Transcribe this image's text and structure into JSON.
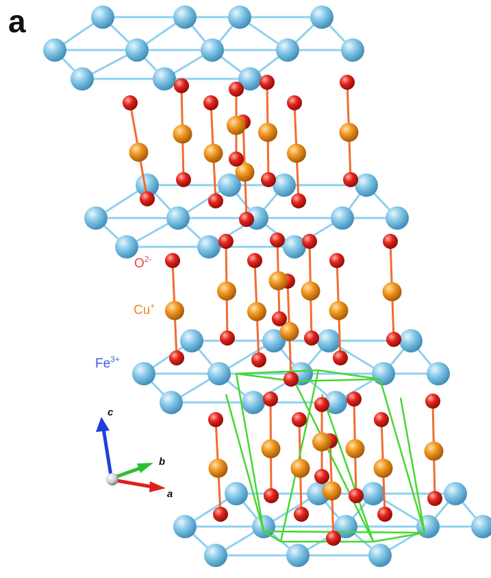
{
  "panel_label": "a",
  "legend": {
    "oxygen": {
      "symbol": "O",
      "charge": "2-",
      "color": "#e8464a"
    },
    "copper": {
      "symbol": "Cu",
      "charge": "+",
      "color": "#e8891f"
    },
    "iron": {
      "symbol": "Fe",
      "charge": "3+",
      "color": "#3a5bdc"
    }
  },
  "axes": {
    "a": "a",
    "b": "b",
    "c": "c"
  },
  "colors": {
    "fe_atom": "#7fc4e6",
    "fe_bond": "#8fd0f0",
    "cu_atom": "#f0961e",
    "o_atom": "#e3251c",
    "o_cu_bond": "#f26b2e",
    "unit_cell": "#46d631",
    "axis_a": "#e0201a",
    "axis_b": "#2fbf2f",
    "axis_c": "#1f3fdc",
    "origin": "#cfcfcf"
  }
}
